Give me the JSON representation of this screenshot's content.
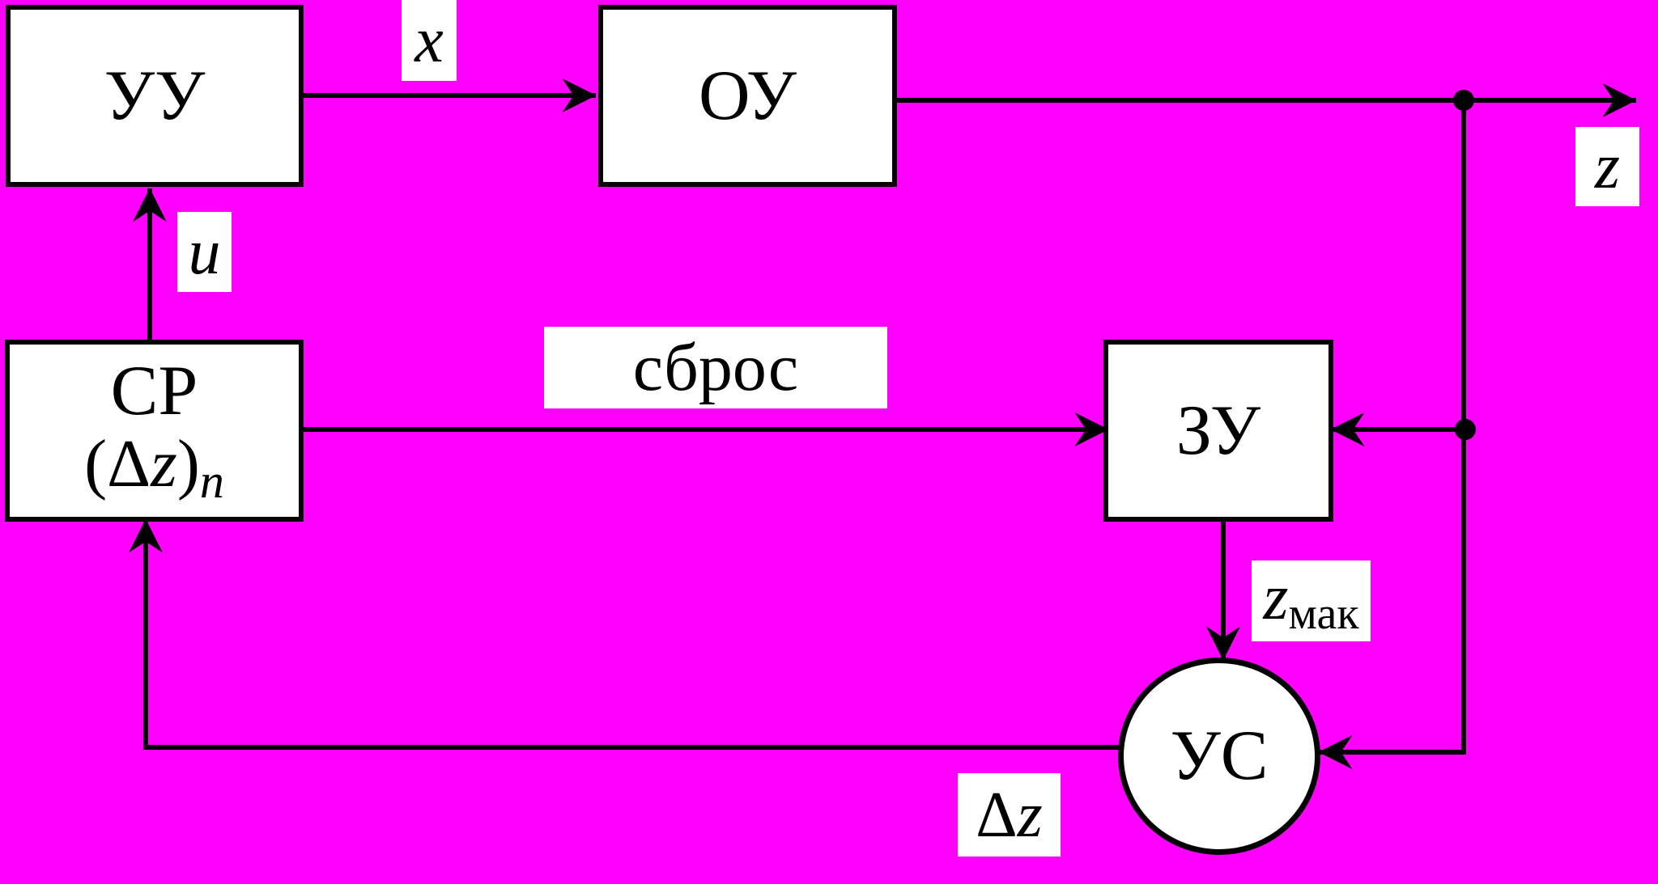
{
  "blocks": {
    "uu": "УУ",
    "ou": "ОУ",
    "sr_line1": "СР",
    "sr_open": "(Δ",
    "sr_var": "z",
    "sr_close": ")",
    "sr_sub": "n",
    "zu": "ЗУ",
    "us": "УС"
  },
  "signals": {
    "x": "x",
    "z": "z",
    "u": "u",
    "reset": "сброс",
    "zmax_var": "z",
    "zmax_sub": "мак",
    "dz_delta": "Δ",
    "dz_var": "z"
  },
  "colors": {
    "background": "#ff00ff",
    "box_fill": "#ffffff",
    "line": "#000000"
  }
}
